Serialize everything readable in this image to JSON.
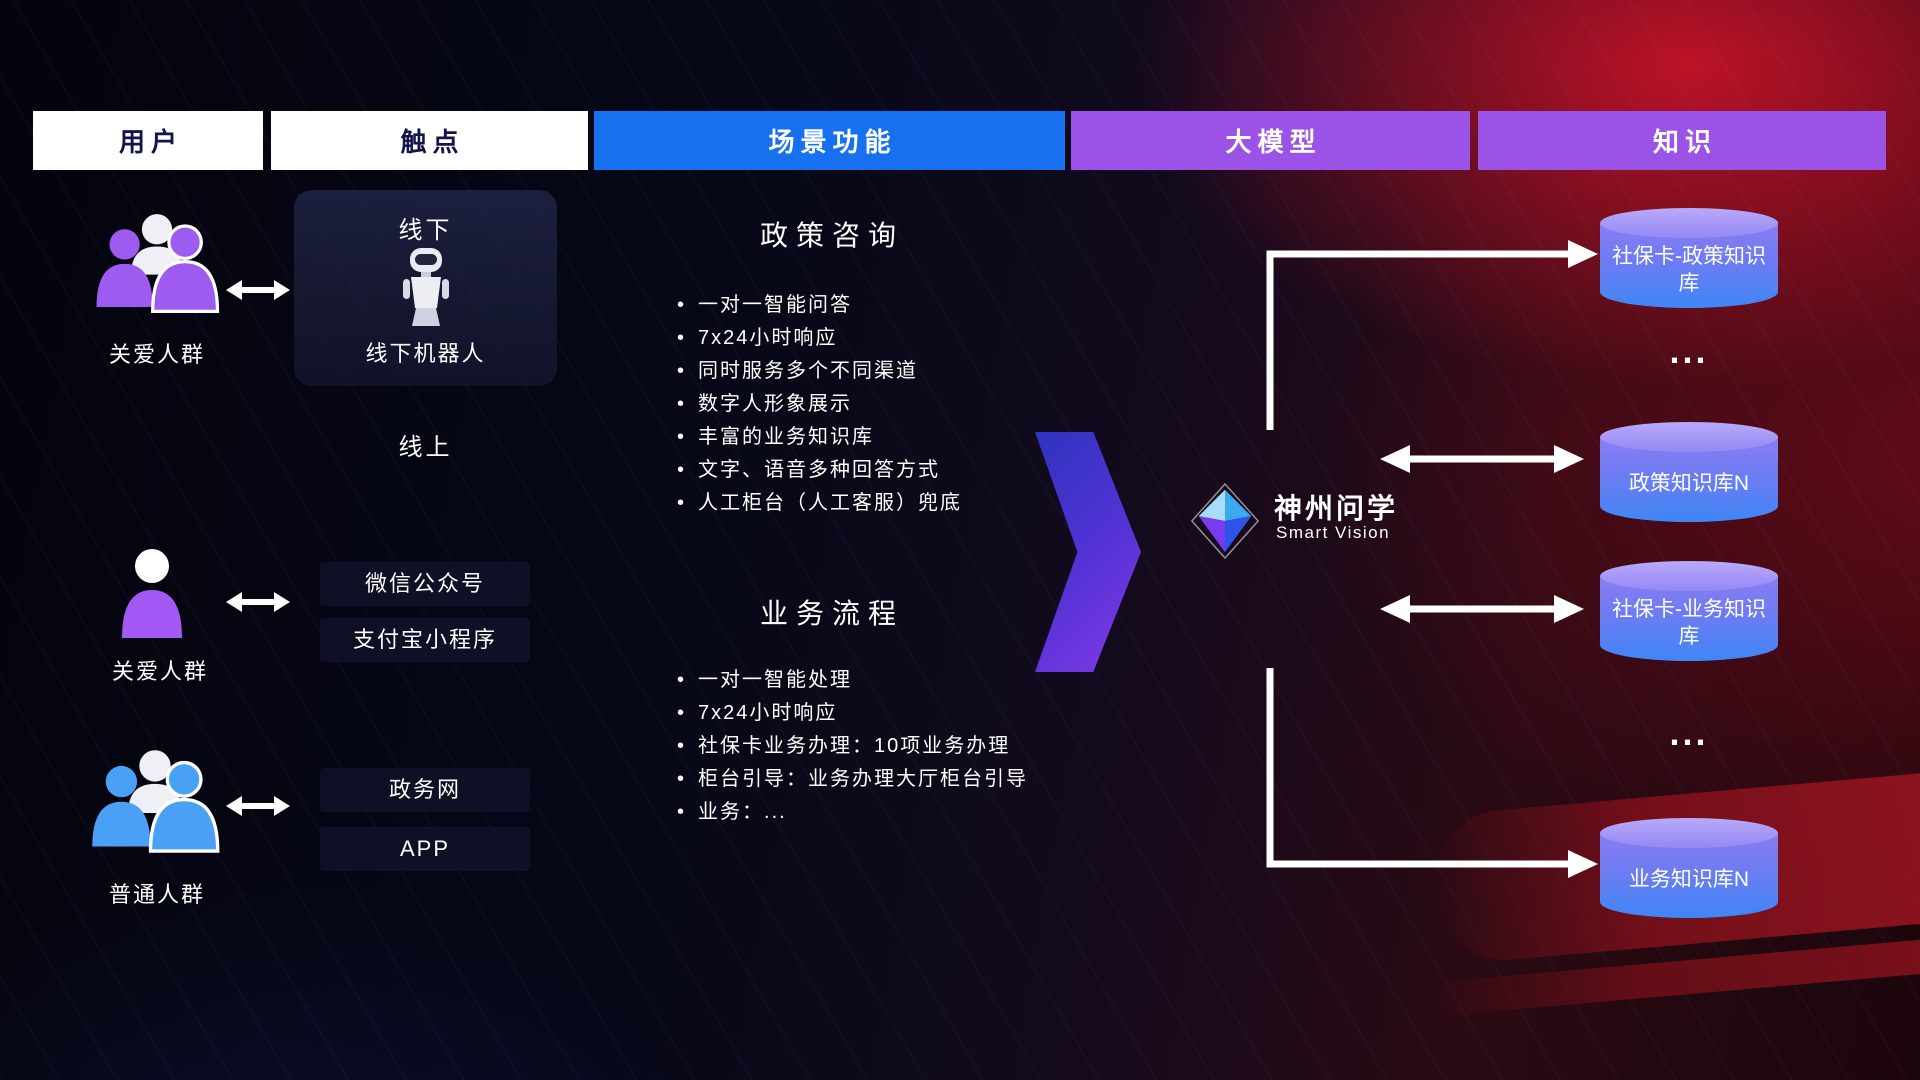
{
  "header": {
    "columns": [
      {
        "label": "用户"
      },
      {
        "label": "触点"
      },
      {
        "label": "场景功能"
      },
      {
        "label": "大模型"
      },
      {
        "label": "知识"
      }
    ]
  },
  "users": {
    "rows": [
      {
        "label": "关爱人群"
      },
      {
        "label": "关爱人群"
      },
      {
        "label": "普通人群"
      }
    ]
  },
  "touchpoints": {
    "offline_title": "线下",
    "offline_robot_label": "线下机器人",
    "online_label": "线上",
    "channels": [
      {
        "label": "微信公众号"
      },
      {
        "label": "支付宝小程序"
      },
      {
        "label": "政务网"
      },
      {
        "label": "APP"
      }
    ]
  },
  "scenes": {
    "policy": {
      "title": "政策咨询",
      "items": [
        "一对一智能问答",
        "7x24小时响应",
        "同时服务多个不同渠道",
        "数字人形象展示",
        "丰富的业务知识库",
        "文字、语音多种回答方式",
        "人工柜台（人工客服）兜底"
      ]
    },
    "business": {
      "title": "业务流程",
      "items": [
        "一对一智能处理",
        "7x24小时响应",
        "社保卡业务办理：10项业务办理",
        "柜台引导：业务办理大厅柜台引导",
        "业务：..."
      ]
    }
  },
  "model": {
    "logo_title": "神州问学",
    "logo_subtitle": "Smart Vision"
  },
  "knowledge": {
    "ellipsis": "...",
    "databases": [
      {
        "label": "社保卡-政策知识库"
      },
      {
        "label": "政策知识库N"
      },
      {
        "label": "社保卡-业务知识库"
      },
      {
        "label": "业务知识库N"
      }
    ]
  },
  "colors": {
    "scene_header_blue": "#1670f0",
    "model_header_purple": "#9b52e6",
    "cylinder_top": "#b9aafb",
    "cylinder_bottom": "#3f86f6",
    "flow_arrow_purple": "#8a3cf0"
  }
}
